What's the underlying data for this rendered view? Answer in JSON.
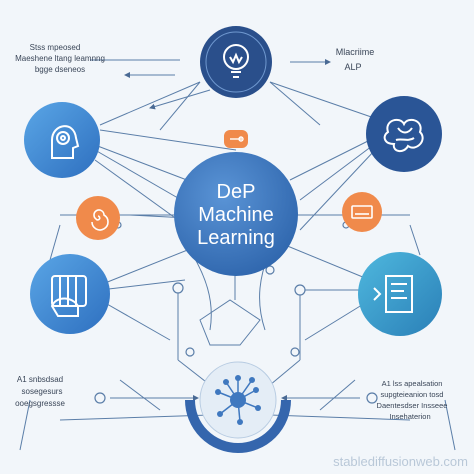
{
  "center": {
    "title_lines": [
      "DeP",
      "Machine",
      "Learning"
    ]
  },
  "labels": {
    "top_left": [
      "Stss mpeosed",
      "Maeshene ltang leamnng",
      "bgge dseneos"
    ],
    "top_right": [
      "Mlacriime",
      "ALP"
    ],
    "bottom_left": [
      "A1 snbsdsad",
      "sosegesurs",
      "ooegsgressse"
    ],
    "bottom_right": [
      "A1 lss apealsation",
      "supgteieanion tosd",
      "Daentesdser Insseee",
      "Insehaterion"
    ]
  },
  "watermark": "stablediffusionweb.com",
  "colors": {
    "center": "#3f78bf",
    "top_node": "#2a4f8b",
    "left_node": "#3e86cf",
    "right_node": "#2a5596",
    "teal_node": "#3ea0c8",
    "orange": "#f08a4b",
    "line": "#5b7ea8"
  }
}
